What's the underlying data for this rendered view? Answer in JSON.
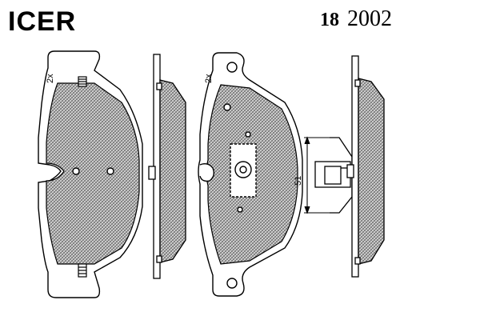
{
  "header": {
    "brand": "ICER",
    "part_number_prefix": "18",
    "part_number": "2002"
  },
  "drawing": {
    "quantity_label_left": "2x",
    "quantity_label_right": "2x",
    "dimension_label": "51"
  }
}
